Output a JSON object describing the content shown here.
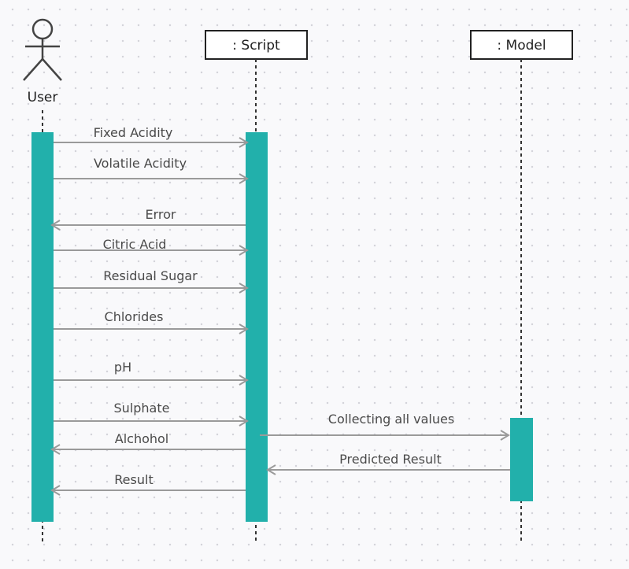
{
  "participants": {
    "user": "User",
    "script": ": Script",
    "model": ": Model"
  },
  "messages": [
    {
      "label": "Fixed Acidity",
      "from": "user",
      "to": "script"
    },
    {
      "label": "Volatile Acidity",
      "from": "user",
      "to": "script"
    },
    {
      "label": "Error",
      "from": "script",
      "to": "user"
    },
    {
      "label": "Citric Acid",
      "from": "user",
      "to": "script"
    },
    {
      "label": "Residual Sugar",
      "from": "user",
      "to": "script"
    },
    {
      "label": "Chlorides",
      "from": "user",
      "to": "script"
    },
    {
      "label": "pH",
      "from": "user",
      "to": "script"
    },
    {
      "label": "Sulphate",
      "from": "user",
      "to": "script"
    },
    {
      "label": "Alchohol",
      "from": "script",
      "to": "user"
    },
    {
      "label": "Result",
      "from": "script",
      "to": "user"
    },
    {
      "label": "Collecting all values",
      "from": "script",
      "to": "model"
    },
    {
      "label": "Predicted Result",
      "from": "model",
      "to": "script"
    }
  ],
  "colors": {
    "activation": "#22b0ab",
    "arrow": "#9a9a9a",
    "lifeline": "#333333"
  }
}
